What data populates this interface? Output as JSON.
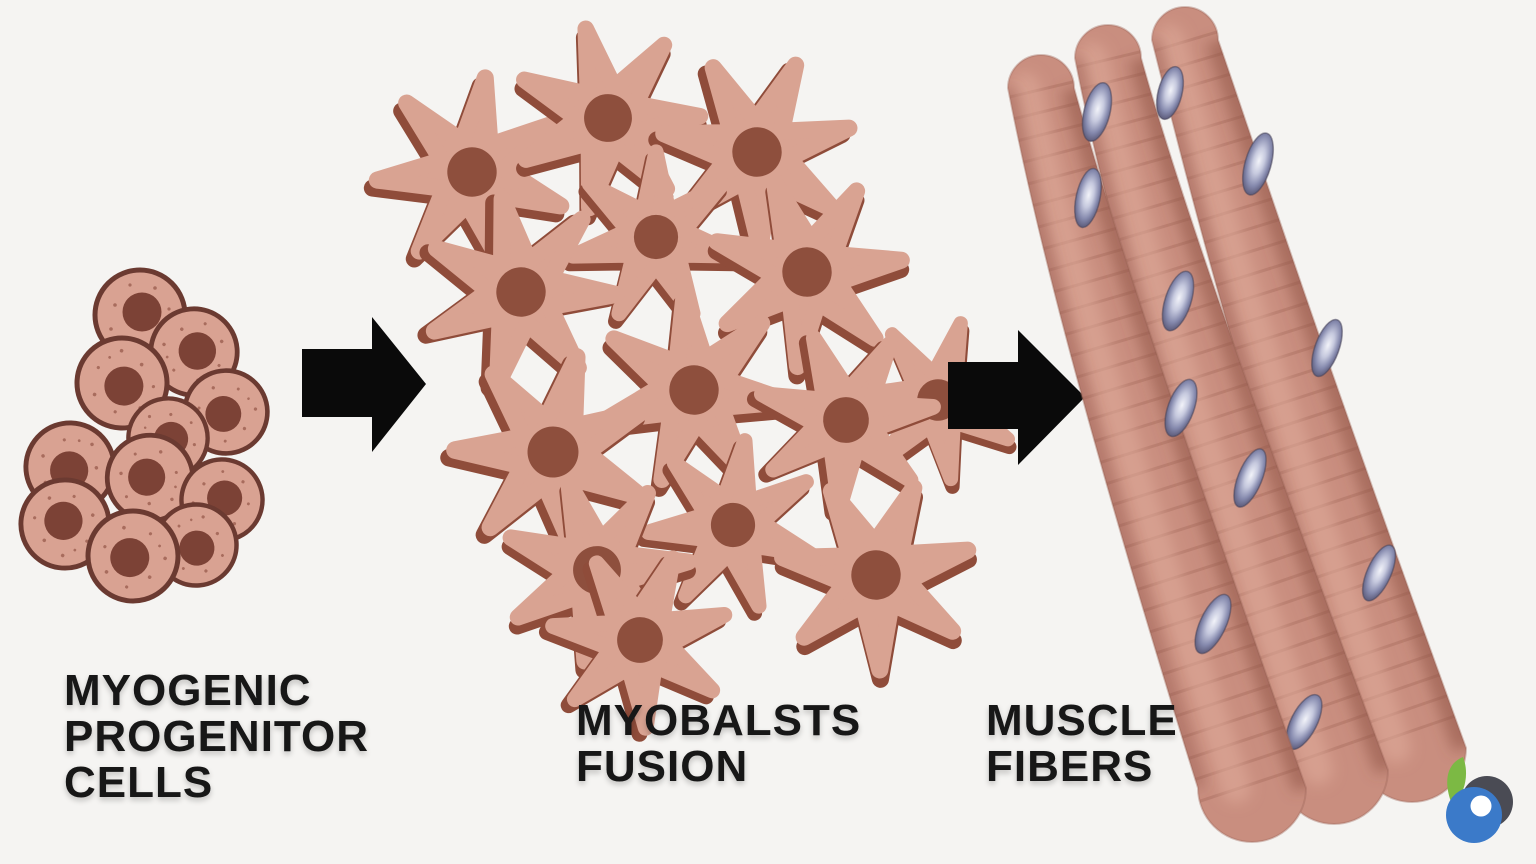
{
  "page": {
    "background_color": "#f5f4f2"
  },
  "diagram": {
    "type": "process-flow",
    "stages": [
      {
        "id": "myogenic-progenitor-cells",
        "label_lines": [
          "MYOGENIC",
          "PROGENITOR",
          "CELLS"
        ],
        "illustration": "cluster of round cells with dark nuclei",
        "cell_count": 11
      },
      {
        "id": "myoblasts-fusion",
        "label_lines": [
          "MYOBALSTS",
          "FUSION"
        ],
        "illustration": "overlapping star-shaped myoblast cells",
        "cell_count": 14
      },
      {
        "id": "muscle-fibers",
        "label_lines": [
          "MUSCLE",
          "FIBERS"
        ],
        "illustration": "three striated muscle fiber tubes with elongated nuclei",
        "fiber_count": 3,
        "nucleus_count": 11
      }
    ],
    "arrows": [
      {
        "icon": "arrow-right-icon",
        "direction": "right"
      },
      {
        "icon": "arrow-right-icon",
        "direction": "right"
      }
    ],
    "logo": {
      "icon": "byjus-logo-icon"
    },
    "colors": {
      "background": "#f5f4f2",
      "cell_body": "#d9a292",
      "cell_outline": "#6b3a31",
      "cell_nucleus": "#7c4236",
      "star_body": "#d9a392",
      "star_shadow": "#8f4c3a",
      "star_nucleus": "#8e4f3d",
      "fiber_body": "#c98e7f",
      "fiber_highlight": "#e2ad9c",
      "fiber_edge_shadow": "#8e5244",
      "fiber_nucleus_dark": "#4e4b68",
      "fiber_nucleus_light": "#f2f3f9",
      "arrow": "#0a0a0a",
      "label_text": "#171717",
      "logo_green": "#7cb944",
      "logo_blue": "#3b7ac9",
      "logo_dark": "#4a4b54"
    }
  }
}
